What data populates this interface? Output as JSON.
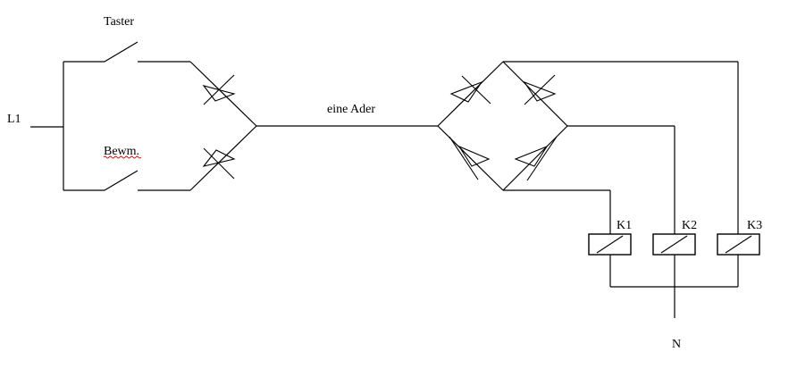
{
  "labels": {
    "taster": "Taster",
    "bewm": "Bewm.",
    "l1": "L1",
    "ader": "eine Ader",
    "k1": "K1",
    "k2": "K2",
    "k3": "K3",
    "n": "N"
  },
  "colors": {
    "line": "#000000",
    "spellcheck": "#cc0000",
    "background": "#ffffff"
  }
}
